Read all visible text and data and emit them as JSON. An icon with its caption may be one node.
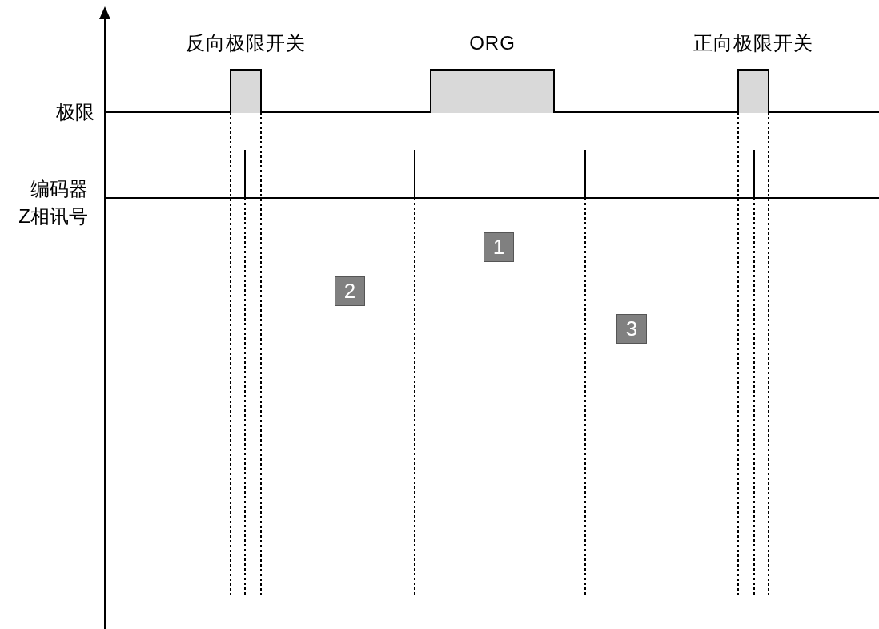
{
  "diagram": {
    "nodes": [
      {
        "text": [
          "反向极限开关"
        ]
      },
      {
        "text": [
          "ORG"
        ]
      },
      {
        "text": [
          "正向极限开关"
        ]
      },
      {
        "text": [
          "1"
        ]
      },
      {
        "text": [
          "2"
        ]
      },
      {
        "text": [
          "3"
        ]
      }
    ],
    "labels": [
      "极限",
      "编码器",
      "Z相讯号"
    ]
  }
}
